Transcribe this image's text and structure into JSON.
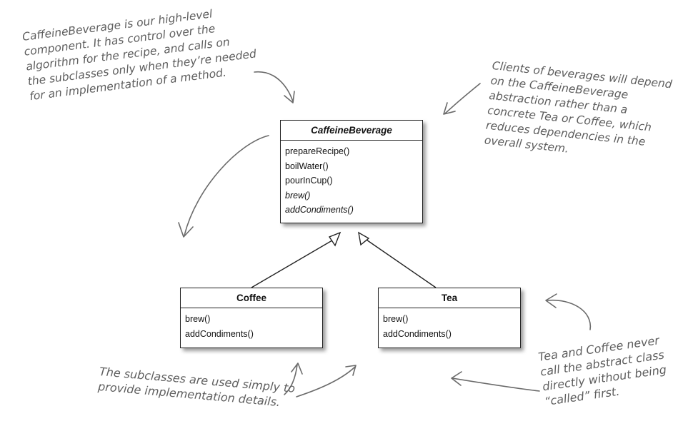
{
  "annotations": {
    "top_left": [
      "CaffeineBeverage is our high-level",
      "component. It has control over the",
      "algorithm for the recipe, and calls on",
      "the subclasses only when they’re needed",
      "for an implementation of a method."
    ],
    "top_right": [
      "Clients of beverages will depend",
      "on the CaffeineBeverage",
      "abstraction rather than a",
      "concrete Tea or Coffee, which",
      "reduces dependencies in the",
      "overall system."
    ],
    "bottom_left": [
      "The subclasses are used simply to",
      "provide implementation details."
    ],
    "bottom_right": [
      "Tea and Coffee never",
      "call the abstract class",
      "directly without being",
      "“called” first."
    ]
  },
  "classes": {
    "caffeine": {
      "name": "CaffeineBeverage",
      "methods": [
        "prepareRecipe()",
        "boilWater()",
        "pourInCup()",
        "brew()",
        "addCondiments()"
      ]
    },
    "coffee": {
      "name": "Coffee",
      "methods": [
        "brew()",
        "addCondiments()"
      ]
    },
    "tea": {
      "name": "Tea",
      "methods": [
        "brew()",
        "addCondiments()"
      ]
    }
  },
  "colors": {
    "handwriting": "#5e5e5e",
    "uml_line": "#222222",
    "arrow": "#6a6a6a"
  }
}
